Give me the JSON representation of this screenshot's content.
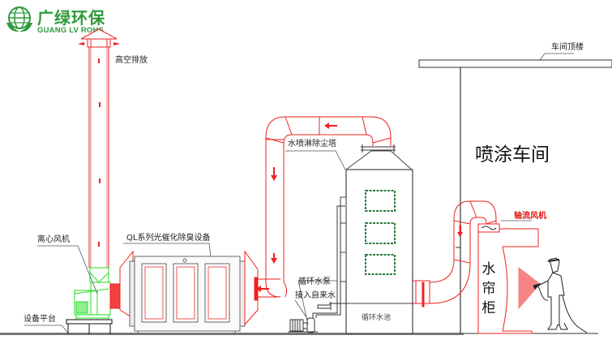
{
  "brand": {
    "name_cn": "广绿环保",
    "name_en": "GUANG LV ROHS",
    "color": "#2e9a3a"
  },
  "diagram": {
    "title": "Spray booth waste gas treatment process",
    "labels": {
      "high_altitude_exhaust": "高空排放",
      "centrifugal_fan": "离心风机",
      "equipment_platform": "设备平台",
      "photocatalytic_unit": "QL系列光催化除臭设备",
      "spray_tower": "水喷淋除尘塔",
      "circulating_pump": "循环水泵",
      "tap_water_inlet": "接入自来水",
      "circulating_pool": "循环水池",
      "workshop_roof": "车间顶楼",
      "spray_workshop": "喷涂车间",
      "axial_fan": "轴流风机",
      "water_curtain_cabinet": "水帘柜"
    },
    "colors": {
      "duct": "#f02020",
      "fan": "#22dd22",
      "equipment": "#333333",
      "tower_window": "#2a7a3a",
      "floor": "#777777"
    },
    "flow_direction": "workshop → water curtain → axial fan → spray tower → photocatalytic unit → centrifugal fan → stack"
  }
}
